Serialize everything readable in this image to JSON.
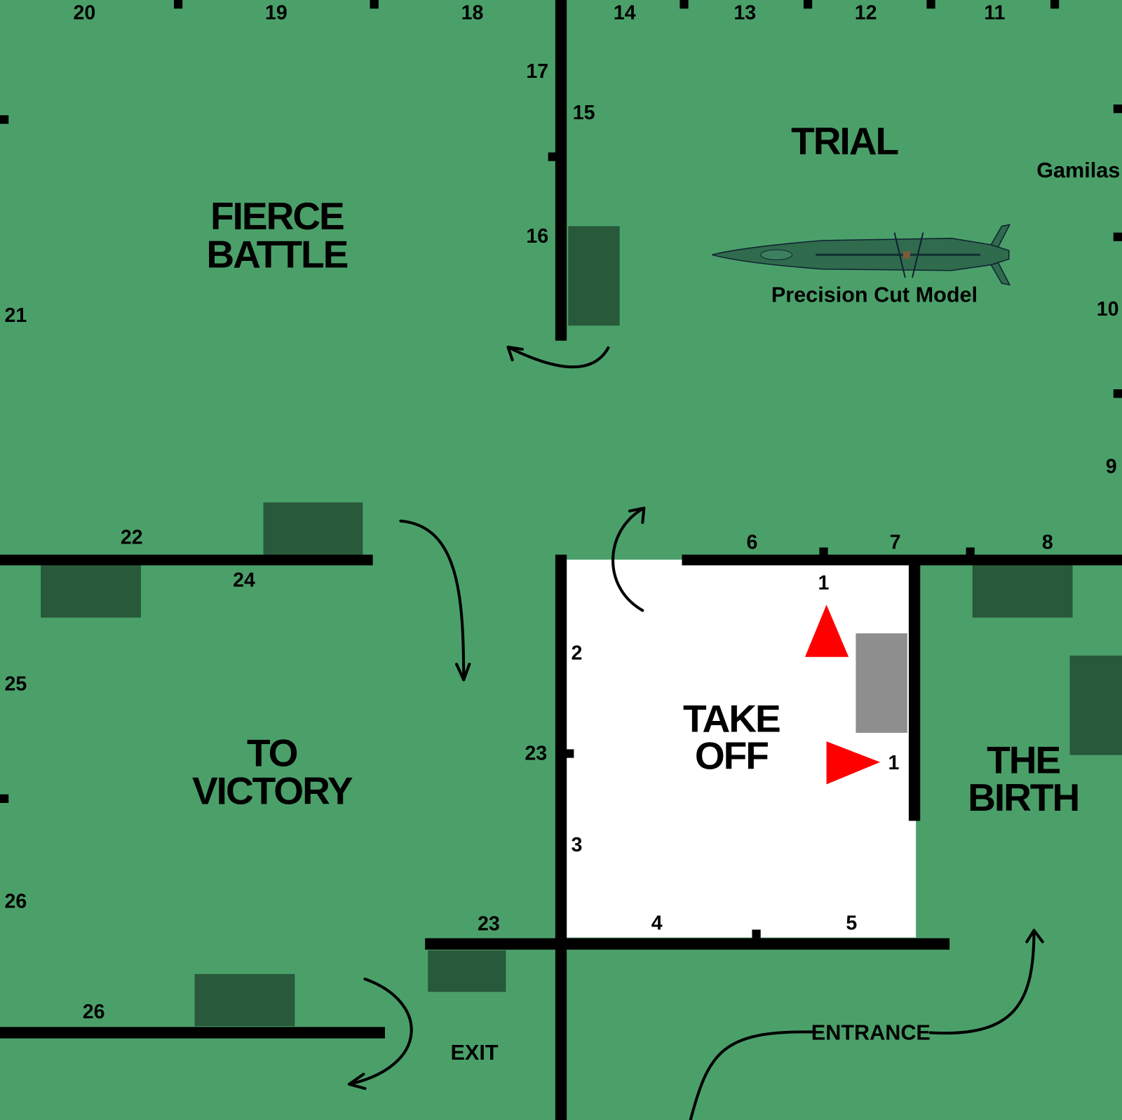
{
  "colors": {
    "floor": "#4ba06a",
    "room_highlight": "#ffffff",
    "display_case": "#27593a",
    "gray_case": "#8e8e8e",
    "marker": "#ff0000",
    "wall": "#000000"
  },
  "zones": {
    "trial": "TRIAL",
    "fierce_battle": [
      "FIERCE",
      "BATTLE"
    ],
    "to_victory": [
      "TO",
      "VICTORY"
    ],
    "take_off": [
      "TAKE",
      "OFF"
    ],
    "the_birth": [
      "THE",
      "BIRTH"
    ]
  },
  "labels": {
    "gamilas": "Gamilas",
    "precision_cut_model": "Precision Cut Model",
    "exit": "EXIT",
    "entrance": "ENTRANCE"
  },
  "numbers": {
    "n20": "20",
    "n19": "19",
    "n18": "18",
    "n14": "14",
    "n13": "13",
    "n12": "12",
    "n11": "11",
    "n17": "17",
    "n15": "15",
    "n16": "16",
    "n21": "21",
    "n10": "10",
    "n9": "9",
    "n22": "22",
    "n24": "24",
    "n6": "6",
    "n7": "7",
    "n8": "8",
    "n1a": "1",
    "n1b": "1",
    "n2": "2",
    "n3": "3",
    "n23a": "23",
    "n23b": "23",
    "n25": "25",
    "n26a": "26",
    "n26b": "26",
    "n4": "4",
    "n5": "5"
  },
  "icons": {
    "marker_up": "red-triangle-up",
    "marker_right": "red-triangle-right",
    "ship": "battleship-model"
  }
}
